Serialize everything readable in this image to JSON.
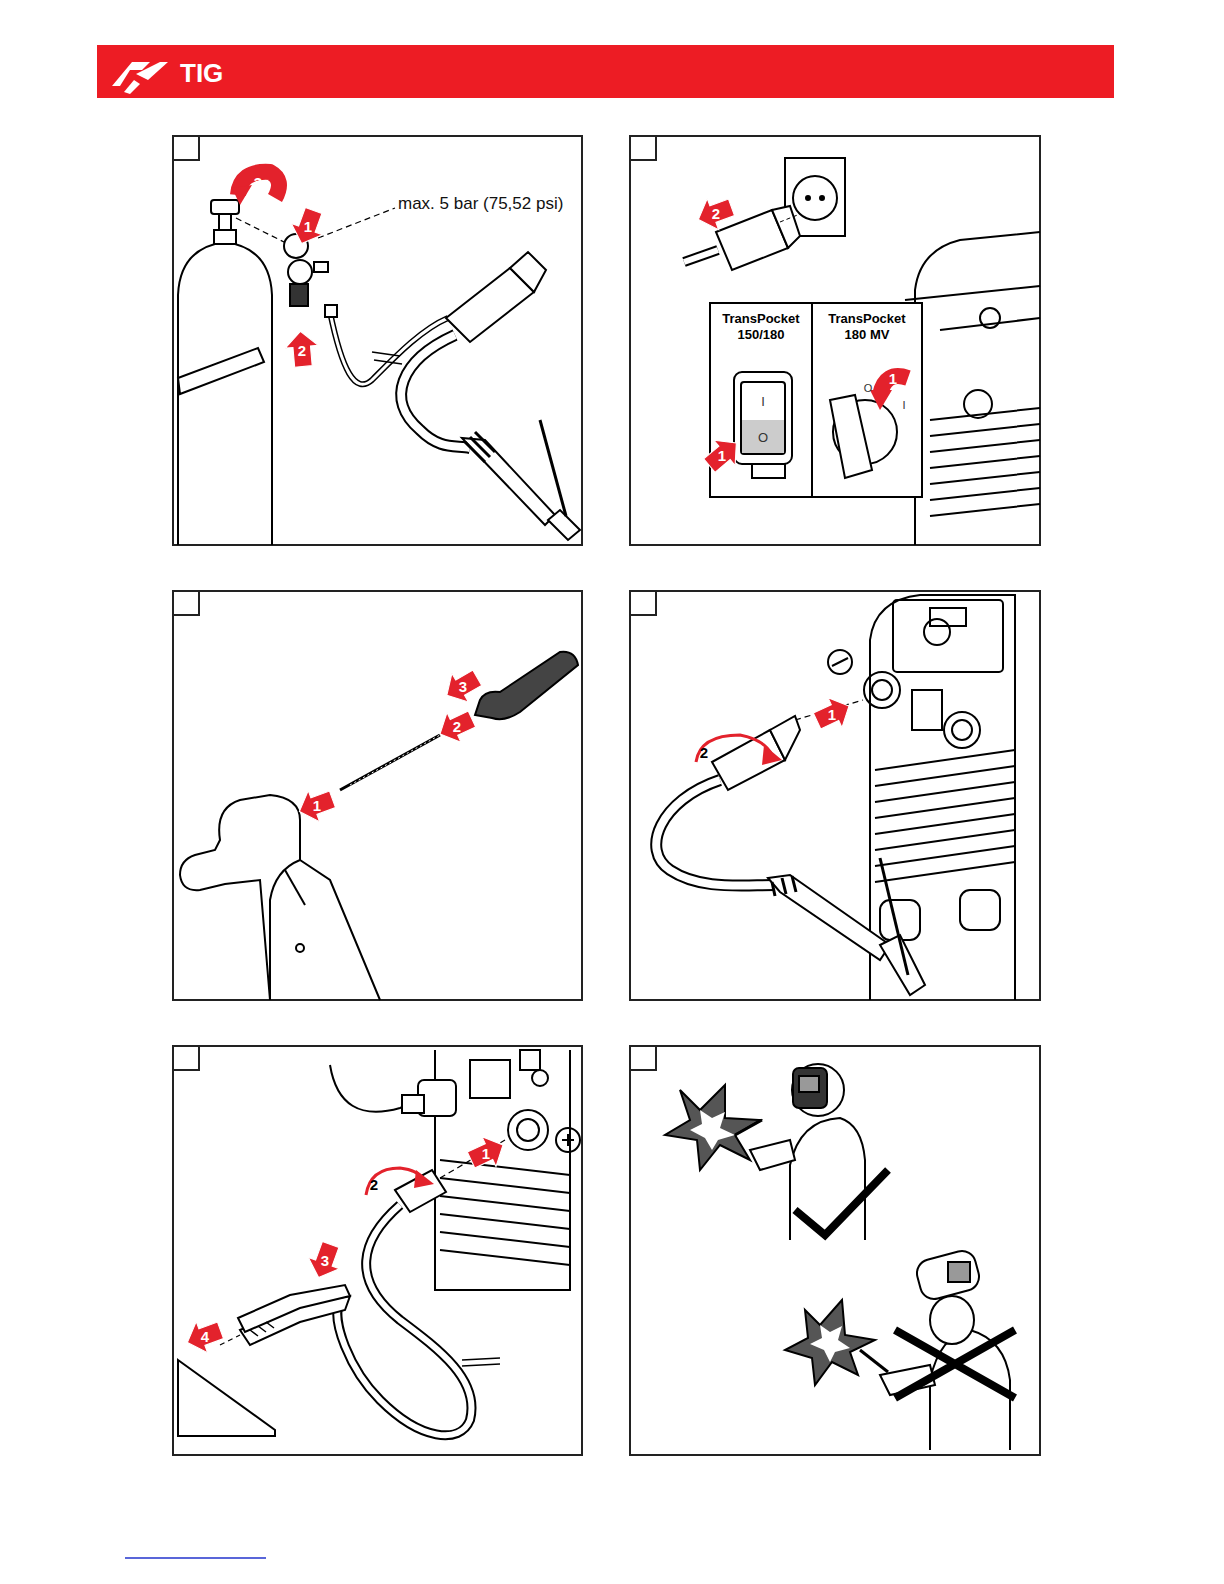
{
  "diagram": {
    "title": "TIG",
    "nodes": [
      {
        "text": [
          "TransPocket 150/180"
        ]
      },
      {
        "text": [
          "TransPocket 180 MV"
        ]
      }
    ],
    "edges": [],
    "labels": [
      "3",
      "1",
      "2",
      "max. 5 bar (75,52 psi)",
      "2",
      "1",
      "1",
      "I",
      "O",
      "O",
      "I",
      "3",
      "2",
      "1",
      "1",
      "2",
      "1",
      "2",
      "3",
      "4"
    ]
  }
}
